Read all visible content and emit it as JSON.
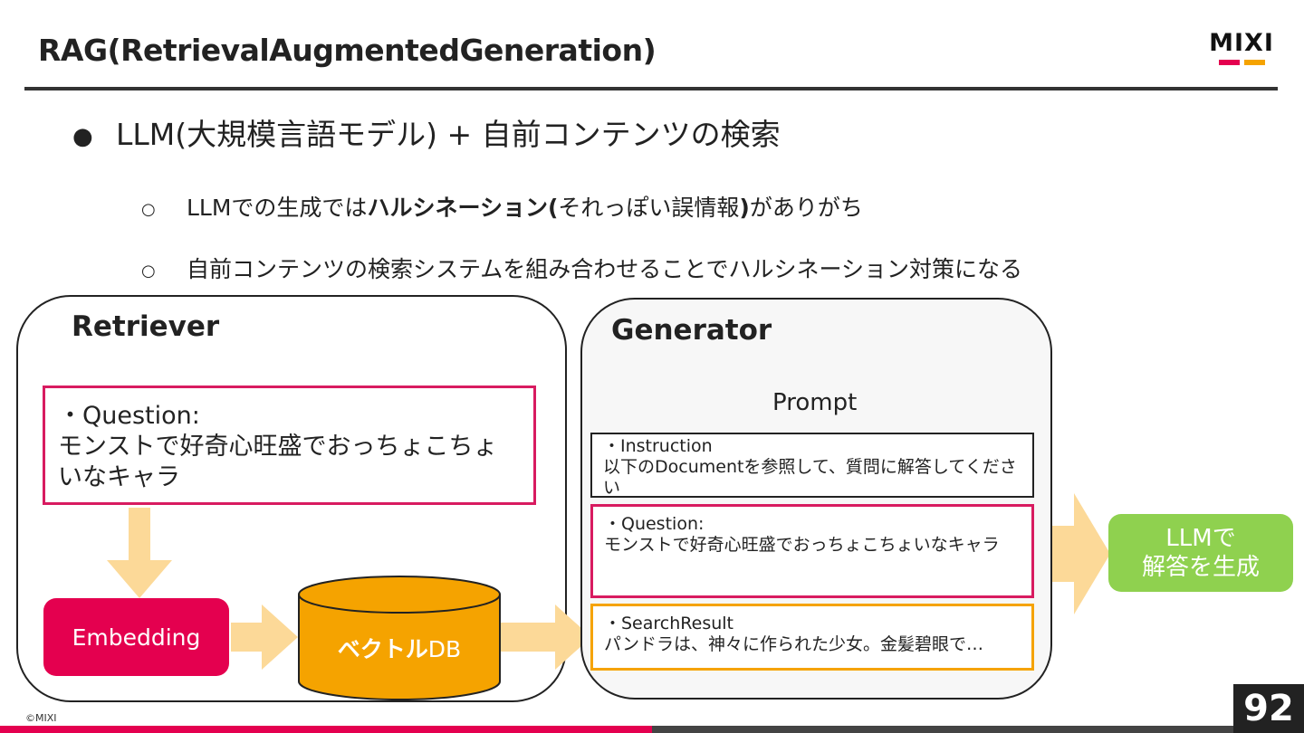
{
  "slide": {
    "title": "RAG(RetrievalAugmentedGeneration)",
    "page_number": "92",
    "copyright": "©MIXI"
  },
  "logo": {
    "text": "MIXI",
    "bar_colors": [
      "#e4004f",
      "#f5a300"
    ]
  },
  "bullets": {
    "main": "LLM(大規模言語モデル) + 自前コンテンツの検索",
    "sub1_pre": "LLMでの生成では",
    "sub1_bold": "ハルシネーション(",
    "sub1_mid": "それっぽい誤情報",
    "sub1_bold2": ")",
    "sub1_post": "がありがち",
    "sub2": "自前コンテンツの検索システムを組み合わせることでハルシネーション対策になる"
  },
  "retriever": {
    "title": "Retriever",
    "question_label": "・Question:",
    "question_text": "モンストで好奇心旺盛でおっちょこちょいなキャラ",
    "embedding_label": "Embedding",
    "vector_db_label_jp": "ベクトル",
    "vector_db_label_en": "DB"
  },
  "generator": {
    "title": "Generator",
    "prompt_label": "Prompt",
    "instruction_label": "・Instruction",
    "instruction_text": "以下のDocumentを参照して、質問に解答してください",
    "question_label": "・Question:",
    "question_text": "モンストで好奇心旺盛でおっちょこちょいなキャラ",
    "search_result_label": "・SearchResult",
    "search_result_text": "パンドラは、神々に作られた少女。金髪碧眼で…"
  },
  "output": {
    "line1": "LLMで",
    "line2": "解答を生成"
  },
  "colors": {
    "accent_pink": "#e4004f",
    "accent_orange": "#f5a300",
    "arrow_light_orange": "#fcd998",
    "llm_green": "#8fd14f"
  }
}
